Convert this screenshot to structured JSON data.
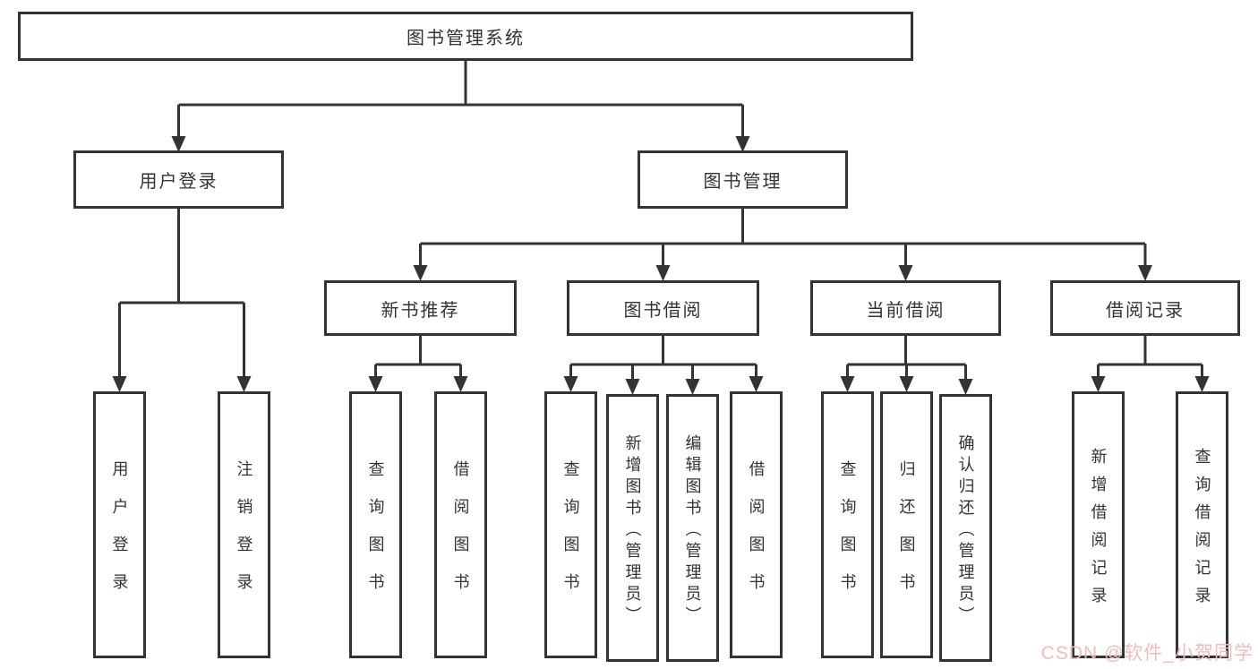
{
  "tree": {
    "root": {
      "label": "图书管理系统"
    },
    "branches": [
      {
        "label": "用户登录",
        "children": [
          {
            "label": "用户登录"
          },
          {
            "label": "注销登录"
          }
        ]
      },
      {
        "label": "图书管理",
        "sections": [
          {
            "label": "新书推荐",
            "children": [
              {
                "label": "查询图书"
              },
              {
                "label": "借阅图书"
              }
            ]
          },
          {
            "label": "图书借阅",
            "children": [
              {
                "label": "查询图书"
              },
              {
                "label": "新增图书（管理员）"
              },
              {
                "label": "编辑图书（管理员）"
              },
              {
                "label": "借阅图书"
              }
            ]
          },
          {
            "label": "当前借阅",
            "children": [
              {
                "label": "查询图书"
              },
              {
                "label": "归还图书"
              },
              {
                "label": "确认归还（管理员）"
              }
            ]
          },
          {
            "label": "借阅记录",
            "children": [
              {
                "label": "新增借阅记录"
              },
              {
                "label": "查询借阅记录"
              }
            ]
          }
        ]
      }
    ]
  },
  "watermark": {
    "text": "CSDN @软件_小贺同学"
  },
  "colors": {
    "line": "#333333",
    "box_border": "#333333",
    "box_fill": "#ffffff",
    "text": "#333333",
    "background": "#ffffff",
    "watermark": "#f3bcbc"
  }
}
